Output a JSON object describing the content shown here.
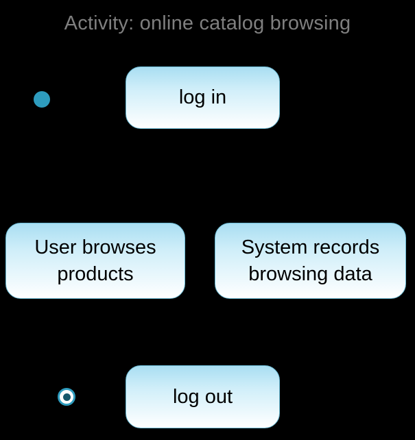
{
  "title": "Activity: online catalog browsing",
  "nodes": {
    "login": {
      "label": "log in"
    },
    "browse": {
      "label": "User browses products"
    },
    "record": {
      "label": "System records browsing data"
    },
    "logout": {
      "label": "log out"
    }
  },
  "symbols": {
    "initial_node": "filled-circle-start",
    "final_node": "ringed-circle-end"
  },
  "colors": {
    "background": "#000000",
    "title_text": "#7F7F7F",
    "node_accent": "#2E9CBE",
    "action_fill_top": "#A9DEF2",
    "action_fill_bottom": "#FFFFFF",
    "action_border": "#6CBCD6",
    "action_text": "#000000",
    "final_inner_dot": "#17586C"
  }
}
